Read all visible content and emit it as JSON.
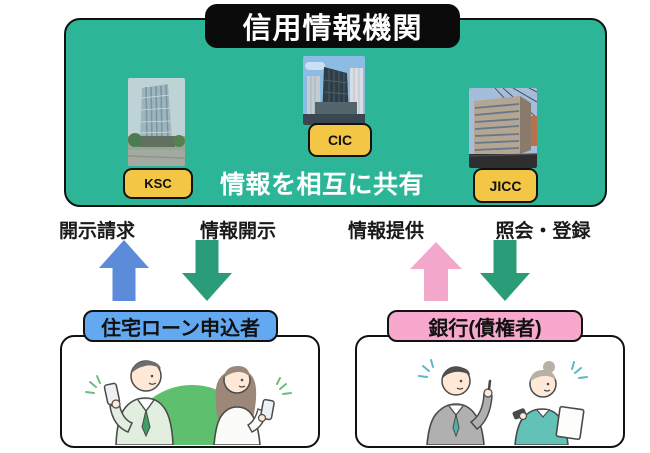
{
  "title": "信用情報機関",
  "panel": {
    "share_text": "情報を相互に共有",
    "bureaus": [
      {
        "label": "KSC"
      },
      {
        "label": "CIC"
      },
      {
        "label": "JICC"
      }
    ]
  },
  "flows": {
    "left_up": "開示請求",
    "left_down": "情報開示",
    "right_up": "情報提供",
    "right_down": "照会・登録"
  },
  "entities": {
    "applicant_label": "住宅ローン申込者",
    "bank_label": "銀行(債権者)"
  },
  "icons": {
    "ksc_building": "ksc-building-photo",
    "cic_building": "cic-building-photo",
    "jicc_building": "jicc-building-photo"
  },
  "colors": {
    "panel_green": "#2db597",
    "bureau_yellow": "#f3c645",
    "arrow_blue": "#5b8bd9",
    "arrow_green": "#2a9d78",
    "arrow_pink": "#f2a7cb",
    "applicant_blue": "#62a9f2",
    "bank_pink": "#f7a8cc"
  }
}
